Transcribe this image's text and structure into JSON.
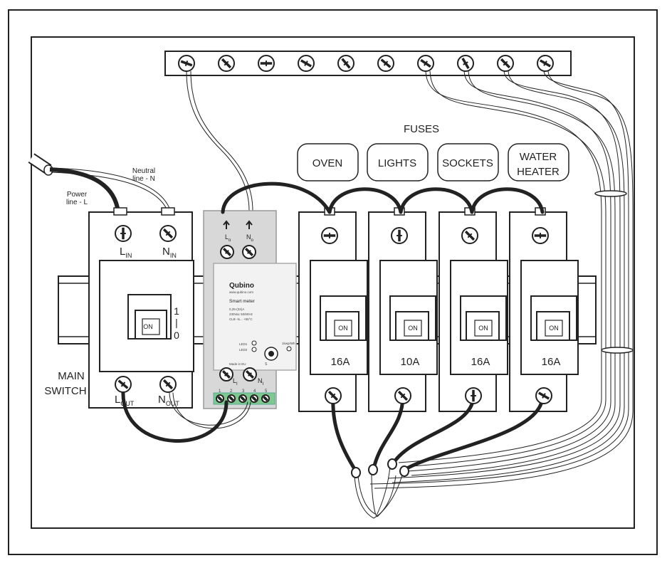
{
  "labels": {
    "neutral_line_1": "Neutral",
    "neutral_line_2": "line - N",
    "power_line_1": "Power",
    "power_line_2": "line - L",
    "fuses": "FUSES",
    "main_switch_1": "MAIN",
    "main_switch_2": "SWITCH"
  },
  "main_switch": {
    "l_in": "L",
    "l_in_sub": "IN",
    "n_in": "N",
    "n_in_sub": "IN",
    "l_out": "L",
    "l_out_sub": "OUT",
    "n_out": "N",
    "n_out_sub": "OUT",
    "on_label": "ON",
    "scale_top": "1",
    "scale_mid": "|",
    "scale_bottom": "0"
  },
  "smart_meter": {
    "brand": "Qubino",
    "website": "www.qubino.com",
    "model": "Smart meter",
    "spec_1": "0,25-(32)A",
    "spec_2": "230Vac 50/60Hz",
    "spec_3": "CLB -ts... +55°C",
    "led1": "LED1",
    "led2": "LED2",
    "kwh": "1kwp/Wh",
    "s_label": "S",
    "made_in": "Made in EU",
    "lo": "L",
    "lo_sub": "o",
    "no": "N",
    "no_sub": "o",
    "li": "L",
    "li_sub": "I",
    "ni": "N",
    "ni_sub": "I",
    "terminals": [
      "1",
      "2",
      "3",
      "4",
      "5"
    ]
  },
  "fuses": [
    {
      "name": "OVEN",
      "rating": "16A",
      "state": "ON"
    },
    {
      "name": "LIGHTS",
      "rating": "10A",
      "state": "ON"
    },
    {
      "name": "SOCKETS",
      "rating": "16A",
      "state": "ON"
    },
    {
      "name": "WATER HEATER",
      "name_line1": "WATER",
      "name_line2": "HEATER",
      "rating": "16A",
      "state": "ON"
    }
  ],
  "neutral_bar_screw_count": 10
}
